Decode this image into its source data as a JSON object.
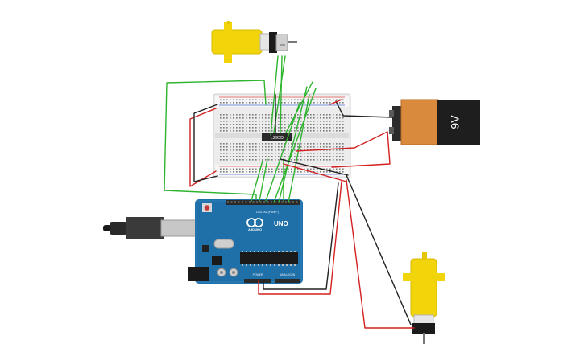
{
  "battery": {
    "voltage_label": "9V"
  },
  "motor_driver": {
    "label": "L293D"
  },
  "arduino": {
    "logo_text": "ARDUINO",
    "model": "UNO",
    "digital_header": "DIGITAL (PWM~)",
    "power_header": "POWER",
    "analog_header": "ANALOG IN"
  },
  "colors": {
    "wire_green": "#2fb42f",
    "wire_red": "#d42020",
    "wire_black": "#222222",
    "board_blue": "#1f6fa8",
    "motor_yellow": "#f2d40a",
    "battery_orange": "#d98a3c",
    "battery_black": "#1e1e1e",
    "breadboard": "#f0f0f0"
  }
}
